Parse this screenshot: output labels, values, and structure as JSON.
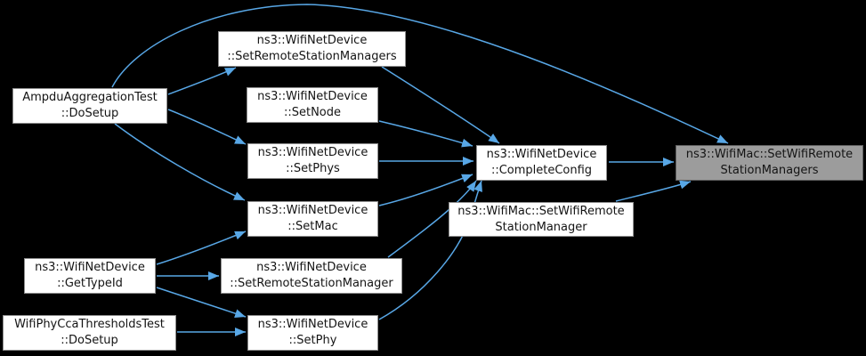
{
  "diagram": {
    "type": "doxygen-caller-graph",
    "background_color": "#000000",
    "edge_color": "#58a7e6",
    "node_fill": "#ffffff",
    "node_border": "#8f8f8f",
    "highlight_fill": "#9c9c9c",
    "nodes": {
      "ampdu_dosetup": {
        "line1": "AmpduAggregationTest",
        "line2": "::DoSetup"
      },
      "set_remote_station_managers": {
        "line1": "ns3::WifiNetDevice",
        "line2": "::SetRemoteStationManagers"
      },
      "set_node": {
        "line1": "ns3::WifiNetDevice",
        "line2": "::SetNode"
      },
      "set_phys": {
        "line1": "ns3::WifiNetDevice",
        "line2": "::SetPhys"
      },
      "set_mac": {
        "line1": "ns3::WifiNetDevice",
        "line2": "::SetMac"
      },
      "get_type_id": {
        "line1": "ns3::WifiNetDevice",
        "line2": "::GetTypeId"
      },
      "set_remote_station_manager": {
        "line1": "ns3::WifiNetDevice",
        "line2": "::SetRemoteStationManager"
      },
      "wifiphycca_dosetup": {
        "line1": "WifiPhyCcaThresholdsTest",
        "line2": "::DoSetup"
      },
      "set_phy": {
        "line1": "ns3::WifiNetDevice",
        "line2": "::SetPhy"
      },
      "complete_config": {
        "line1": "ns3::WifiNetDevice",
        "line2": "::CompleteConfig"
      },
      "wifimac_set_wifi_remote_station_manager": {
        "line1": "ns3::WifiMac::SetWifiRemote",
        "line2": "StationManager"
      },
      "wifimac_set_wifi_remote_station_managers": {
        "line1": "ns3::WifiMac::SetWifiRemote",
        "line2": "StationManagers"
      }
    },
    "edges": [
      {
        "from": "AmpduAggregationTest::DoSetup",
        "to": "ns3::WifiMac::SetWifiRemoteStationManagers"
      },
      {
        "from": "AmpduAggregationTest::DoSetup",
        "to": "ns3::WifiNetDevice::SetRemoteStationManagers"
      },
      {
        "from": "AmpduAggregationTest::DoSetup",
        "to": "ns3::WifiNetDevice::SetPhys"
      },
      {
        "from": "AmpduAggregationTest::DoSetup",
        "to": "ns3::WifiNetDevice::SetMac"
      },
      {
        "from": "ns3::WifiNetDevice::SetRemoteStationManagers",
        "to": "ns3::WifiNetDevice::CompleteConfig"
      },
      {
        "from": "ns3::WifiNetDevice::SetNode",
        "to": "ns3::WifiNetDevice::CompleteConfig"
      },
      {
        "from": "ns3::WifiNetDevice::SetPhys",
        "to": "ns3::WifiNetDevice::CompleteConfig"
      },
      {
        "from": "ns3::WifiNetDevice::SetMac",
        "to": "ns3::WifiNetDevice::CompleteConfig"
      },
      {
        "from": "ns3::WifiNetDevice::GetTypeId",
        "to": "ns3::WifiNetDevice::SetMac"
      },
      {
        "from": "ns3::WifiNetDevice::GetTypeId",
        "to": "ns3::WifiNetDevice::SetRemoteStationManager"
      },
      {
        "from": "ns3::WifiNetDevice::GetTypeId",
        "to": "ns3::WifiNetDevice::SetPhy"
      },
      {
        "from": "WifiPhyCcaThresholdsTest::DoSetup",
        "to": "ns3::WifiNetDevice::SetPhy"
      },
      {
        "from": "ns3::WifiNetDevice::SetRemoteStationManager",
        "to": "ns3::WifiNetDevice::CompleteConfig"
      },
      {
        "from": "ns3::WifiNetDevice::SetPhy",
        "to": "ns3::WifiNetDevice::CompleteConfig"
      },
      {
        "from": "ns3::WifiNetDevice::CompleteConfig",
        "to": "ns3::WifiMac::SetWifiRemoteStationManagers"
      },
      {
        "from": "ns3::WifiMac::SetWifiRemoteStationManager",
        "to": "ns3::WifiMac::SetWifiRemoteStationManagers"
      }
    ]
  }
}
